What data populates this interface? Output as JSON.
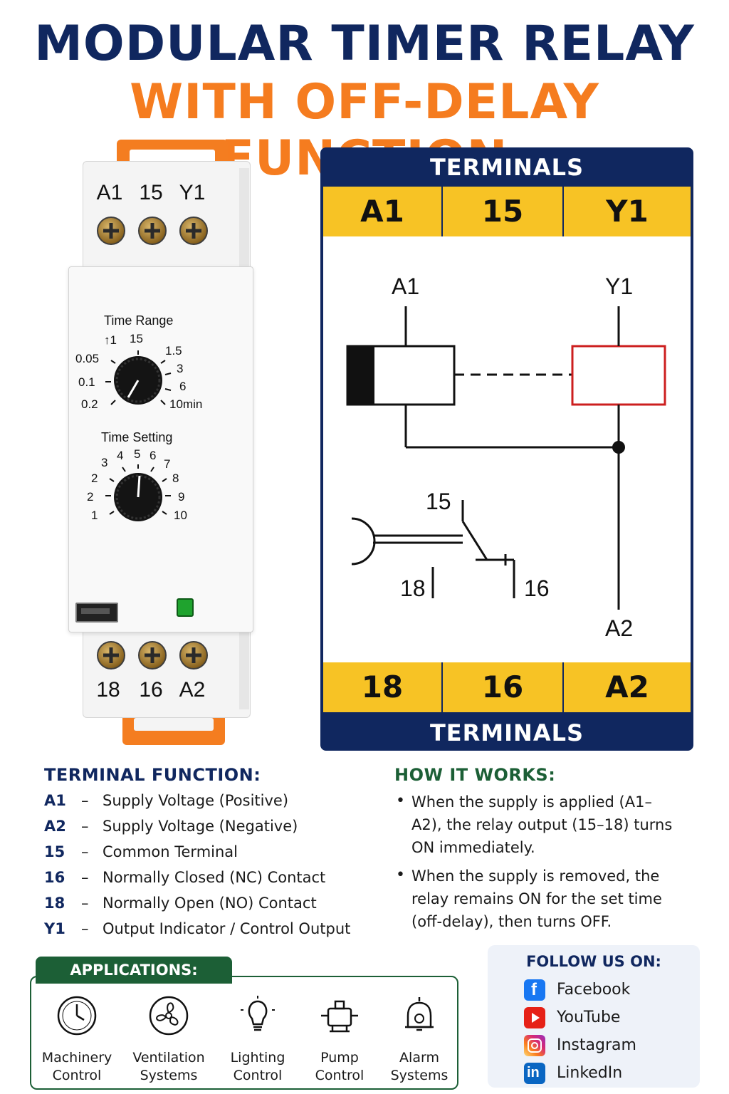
{
  "title": {
    "line1": "MODULAR TIMER RELAY",
    "line2": "WITH OFF-DELAY FUNCTION"
  },
  "device": {
    "top_terminals": [
      "A1",
      "15",
      "Y1"
    ],
    "bottom_terminals": [
      "18",
      "16",
      "A2"
    ],
    "time_range": {
      "title": "Time Range",
      "labels": [
        "↑1",
        "15",
        "0.05",
        "1.5",
        "0.1",
        "3",
        "0.2",
        "6",
        "10min"
      ]
    },
    "time_setting": {
      "title": "Time Setting",
      "labels": [
        "3",
        "4",
        "5",
        "6",
        "7",
        "2",
        "8",
        "2",
        "9",
        "1",
        "10"
      ]
    },
    "colors": {
      "clip": "#f47d20",
      "led": "#1fa32e"
    }
  },
  "terminal_panel": {
    "header_top": "TERMINALS",
    "header_bottom": "TERMINALS",
    "top_cells": [
      "A1",
      "15",
      "Y1"
    ],
    "bottom_cells": [
      "18",
      "16",
      "A2"
    ],
    "diagram": {
      "label_a1": "A1",
      "label_y1": "Y1",
      "label_15": "15",
      "label_18": "18",
      "label_16": "16",
      "label_a2": "A2"
    },
    "colors": {
      "navy": "#10275f",
      "yellow": "#f7c325",
      "output_box": "#cc1f1f"
    }
  },
  "terminal_function": {
    "heading": "TERMINAL FUNCTION:",
    "dash": "–",
    "rows": [
      {
        "code": "A1",
        "desc": "Supply Voltage (Positive)"
      },
      {
        "code": "A2",
        "desc": "Supply Voltage (Negative)"
      },
      {
        "code": "15",
        "desc": "Common Terminal"
      },
      {
        "code": "16",
        "desc": "Normally Closed (NC) Contact"
      },
      {
        "code": "18",
        "desc": "Normally Open (NO) Contact"
      },
      {
        "code": "Y1",
        "desc": "Output Indicator / Control Output"
      }
    ]
  },
  "how_it_works": {
    "heading": "HOW IT WORKS:",
    "bullet": "•",
    "items": [
      "When the supply is applied (A1–A2), the relay output (15–18) turns ON immediately.",
      "When the supply is removed, the relay remains ON for the set time (off-delay), then turns OFF."
    ]
  },
  "applications": {
    "heading": "APPLICATIONS:",
    "items": [
      {
        "line1": "Machinery",
        "line2": "Control",
        "icon": "clock-icon"
      },
      {
        "line1": "Ventilation",
        "line2": "Systems",
        "icon": "fan-icon"
      },
      {
        "line1": "Lighting",
        "line2": "Control",
        "icon": "light-bulb-icon"
      },
      {
        "line1": "Pump",
        "line2": "Control",
        "icon": "pump-icon"
      },
      {
        "line1": "Alarm",
        "line2": "Systems",
        "icon": "alarm-bell-icon"
      }
    ]
  },
  "follow": {
    "heading": "FOLLOW US ON:",
    "items": [
      {
        "name": "Facebook",
        "icon": "facebook-icon",
        "color": "#1877f2"
      },
      {
        "name": "YouTube",
        "icon": "youtube-icon",
        "color": "#e62117"
      },
      {
        "name": "Instagram",
        "icon": "instagram-icon",
        "color": "#d62976"
      },
      {
        "name": "LinkedIn",
        "icon": "linkedin-icon",
        "color": "#0a66c2"
      }
    ]
  }
}
